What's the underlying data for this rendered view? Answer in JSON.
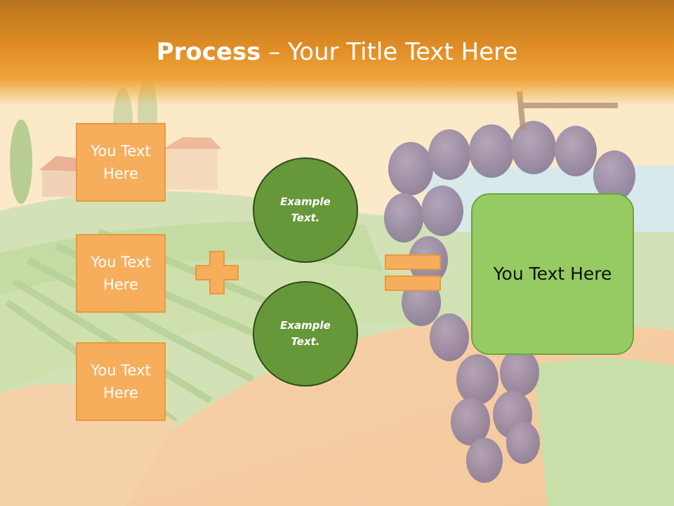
{
  "slide": {
    "title_bold": "Process",
    "title_rest": " – Your Title Text Here",
    "left_boxes": [
      "You Text Here",
      "You Text Here",
      "You Text Here"
    ],
    "circles": [
      "Example Text.",
      "Example Text."
    ],
    "result": "You Text Here"
  },
  "icons": {
    "plus": "plus-icon",
    "equals": "equals-icon"
  },
  "colors": {
    "header": "#e08d26",
    "box_fill": "#f7ae5c",
    "circle_fill": "#66983a",
    "result_fill": "#95cb62"
  }
}
